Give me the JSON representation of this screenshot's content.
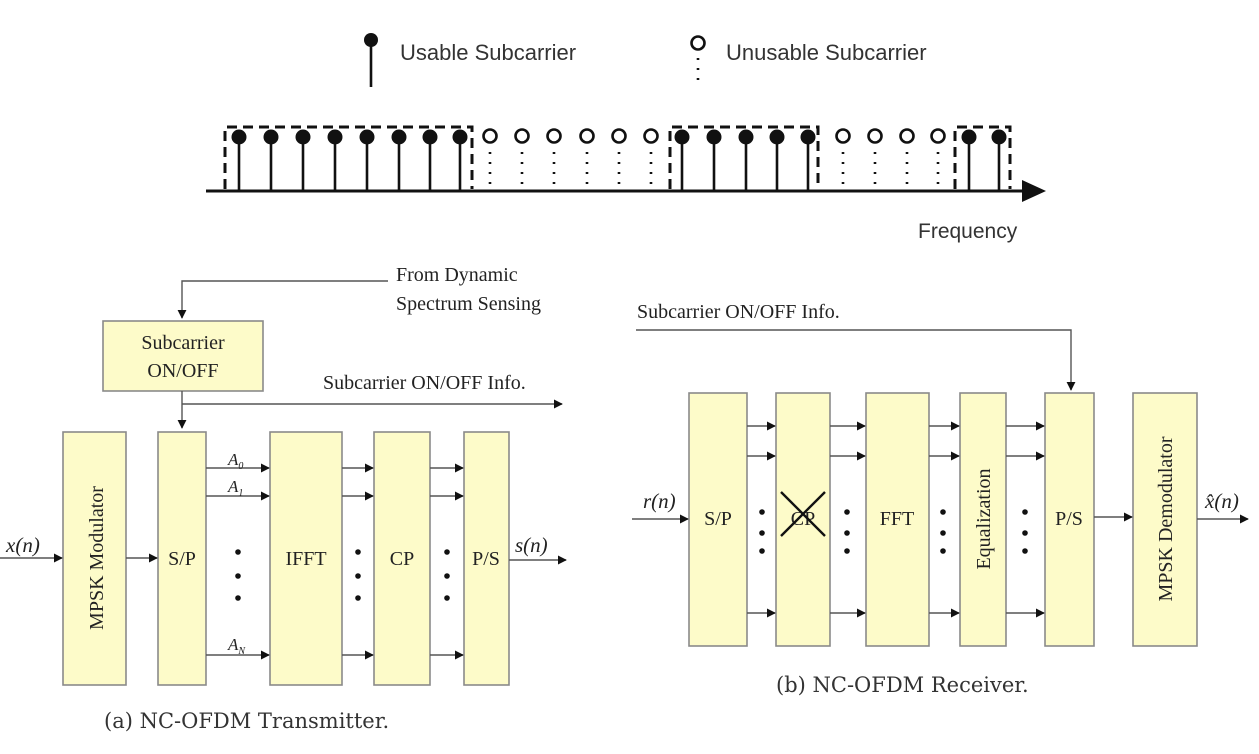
{
  "spectrum": {
    "legend": {
      "usable_label": "Usable Subcarrier",
      "unusable_label": "Unusable Subcarrier"
    },
    "axis_label": "Frequency",
    "subcarriers": [
      "on",
      "on",
      "on",
      "on",
      "on",
      "on",
      "on",
      "on",
      "off",
      "off",
      "off",
      "off",
      "off",
      "off",
      "on",
      "on",
      "on",
      "on",
      "on",
      "off",
      "off",
      "off",
      "off",
      "on",
      "on"
    ]
  },
  "transmitter": {
    "caption": "(a) NC-OFDM Transmitter.",
    "onoff_block": [
      "Subcarrier",
      "ON/OFF"
    ],
    "sensing_label": [
      "From Dynamic",
      "Spectrum Sensing"
    ],
    "info_label": "Subcarrier ON/OFF Info.",
    "input_label": "x(n)",
    "output_label": "s(n)",
    "blocks": {
      "modulator": "MPSK Modulator",
      "sp": "S/P",
      "ifft": "IFFT",
      "cp": "CP",
      "ps": "P/S"
    },
    "branch_labels": [
      "A",
      "A",
      "A"
    ],
    "branch_subs": [
      "0",
      "1",
      "N"
    ]
  },
  "receiver": {
    "caption": "(b) NC-OFDM Receiver.",
    "info_label": "Subcarrier ON/OFF Info.",
    "input_label": "r(n)",
    "output_label": "x̂(n)",
    "blocks": {
      "sp": "S/P",
      "cp": "CP",
      "fft": "FFT",
      "eq": "Equalization",
      "ps": "P/S",
      "demodulator": "MPSK Demodulator"
    }
  }
}
